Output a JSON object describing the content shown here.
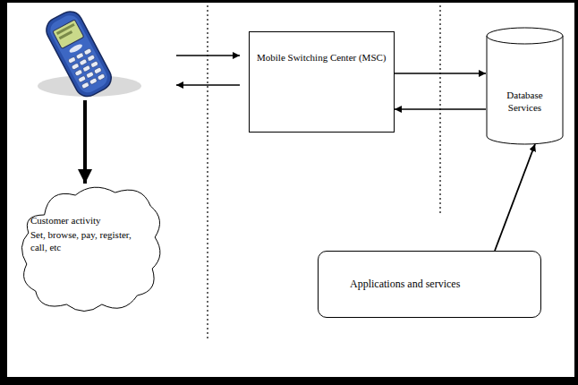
{
  "diagram": {
    "nodes": [
      {
        "text": [
          "Mobile Switching Center (MSC)"
        ]
      },
      {
        "text": [
          "Database Services"
        ]
      },
      {
        "text": [
          "Customer activity",
          "Set, browse, pay, register, call, etc"
        ]
      },
      {
        "text": [
          "Applications and services"
        ]
      }
    ],
    "edges": [
      {
        "from": 0,
        "to": 1,
        "arrow": "to"
      },
      {
        "from": 1,
        "to": 0,
        "arrow": "to"
      },
      {
        "from": 3,
        "to": 1,
        "arrow": "to"
      }
    ]
  }
}
